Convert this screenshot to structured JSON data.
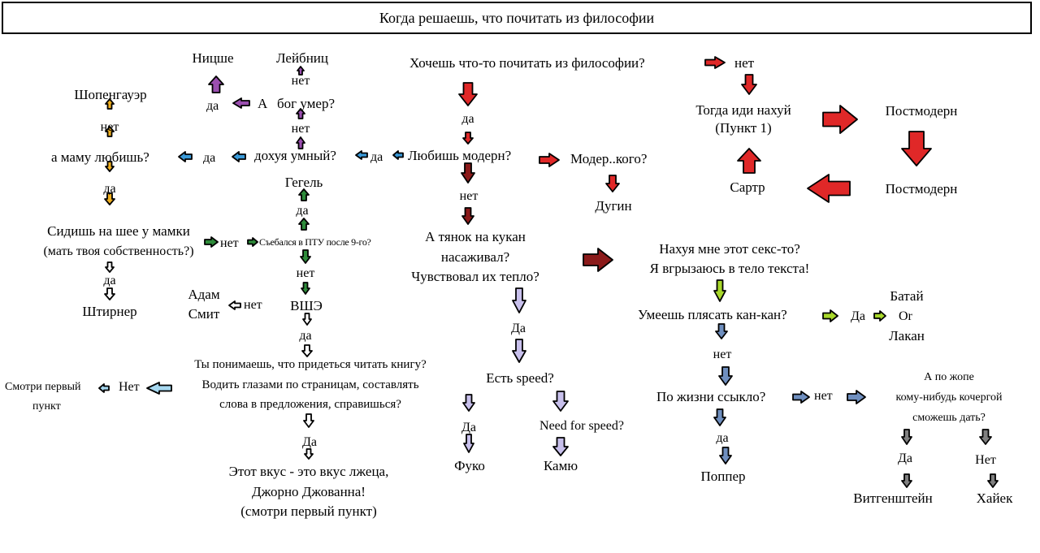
{
  "title": "Когда решаешь, что почитать из философии",
  "colors": {
    "red": "#e02828",
    "dark_red": "#8b1a1a",
    "purple": "#9b4fb0",
    "blue": "#3a9ad9",
    "orange": "#f0b020",
    "green": "#2e8b3a",
    "white": "#ffffff",
    "lavender": "#c8c0ec",
    "light_blue": "#a6d8f0",
    "steel_blue": "#6f8fbf",
    "lime": "#a8d82a",
    "gray": "#808080"
  },
  "nodes": {
    "q_read_philosophy": "Хочешь что-то почитать из философии?",
    "no_1": "нет",
    "go_away_1": "Тогда иди нахуй",
    "go_away_2": "(Пункт 1)",
    "postmodern_1": "Постмодерн",
    "postmodern_2": "Постмодерн",
    "sartre": "Сартр",
    "yes_1": "да",
    "q_modern": "Любишь модерн?",
    "moder_whom": "Модер..кого?",
    "dugin": "Дугин",
    "no_2": "нет",
    "q_tyanok_1": "А тянок на кукан",
    "q_tyanok_2": "насаживал?",
    "q_tyanok_3": "Чувствовал их тепло?",
    "sex_1": "Нахуя мне этот секс-то?",
    "sex_2": "Я вгрызаюсь в тело текста!",
    "q_cancan": "Умеешь плясать кан-кан?",
    "yes_cancan": "Да",
    "bataille": "Батай",
    "or_word": "Or",
    "lacan": "Лакан",
    "no_cancan": "нет",
    "q_coward": "По жизни ссыкло?",
    "no_coward": "нет",
    "yes_coward": "да",
    "popper": "Поппер",
    "q_poker_1": "А по жопе",
    "q_poker_2": "кому-нибудь кочергой",
    "q_poker_3": "сможешь дать?",
    "yes_poker": "Да",
    "no_poker": "Нет",
    "wittgenstein": "Витгенштейн",
    "hayek": "Хайек",
    "yes_tyanok": "Да",
    "q_speed": "Есть speed?",
    "yes_speed": "Да",
    "foucault": "Фуко",
    "need_for_speed": "Need for speed?",
    "camus": "Камю",
    "yes_modern": "да",
    "q_smart": "дохуя умный?",
    "yes_smart": "да",
    "q_mom": "а маму любишь?",
    "no_mom": "нет",
    "schopenhauer": "Шопенгауэр",
    "yes_mom": "да",
    "q_neck_1": "Сидишь на шее у мамки",
    "q_neck_2": "(мать твоя собственность?)",
    "yes_neck": "да",
    "stirner": "Штирнер",
    "no_neck": "нет",
    "pte": "Съебался в ПТУ после 9-го?",
    "no_smart": "нет",
    "q_god_a": "А",
    "q_god": "бог умер?",
    "yes_god": "да",
    "nietzsche": "Ницше",
    "no_god": "нет",
    "leibniz": "Лейбниц",
    "hegel": "Гегель",
    "yes_pte": "да",
    "no_pte": "нет",
    "hse": "ВШЭ",
    "no_hse": "нет",
    "adam_1": "Адам",
    "adam_2": "Смит",
    "yes_hse": "да",
    "q_book_1": "Ты понимаешь, что придеться читать книгу?",
    "q_book_2": "Водить глазами по страницам, составлять",
    "q_book_3": "слова в предложения, справишься?",
    "no_book": "Нет",
    "see_first_1": "Смотри первый",
    "see_first_2": "пункт",
    "yes_book": "Да",
    "jojo_1": "Этот вкус - это вкус лжеца,",
    "jojo_2": "Джорно Джованна!",
    "jojo_3": "(смотри первый пункт)"
  }
}
